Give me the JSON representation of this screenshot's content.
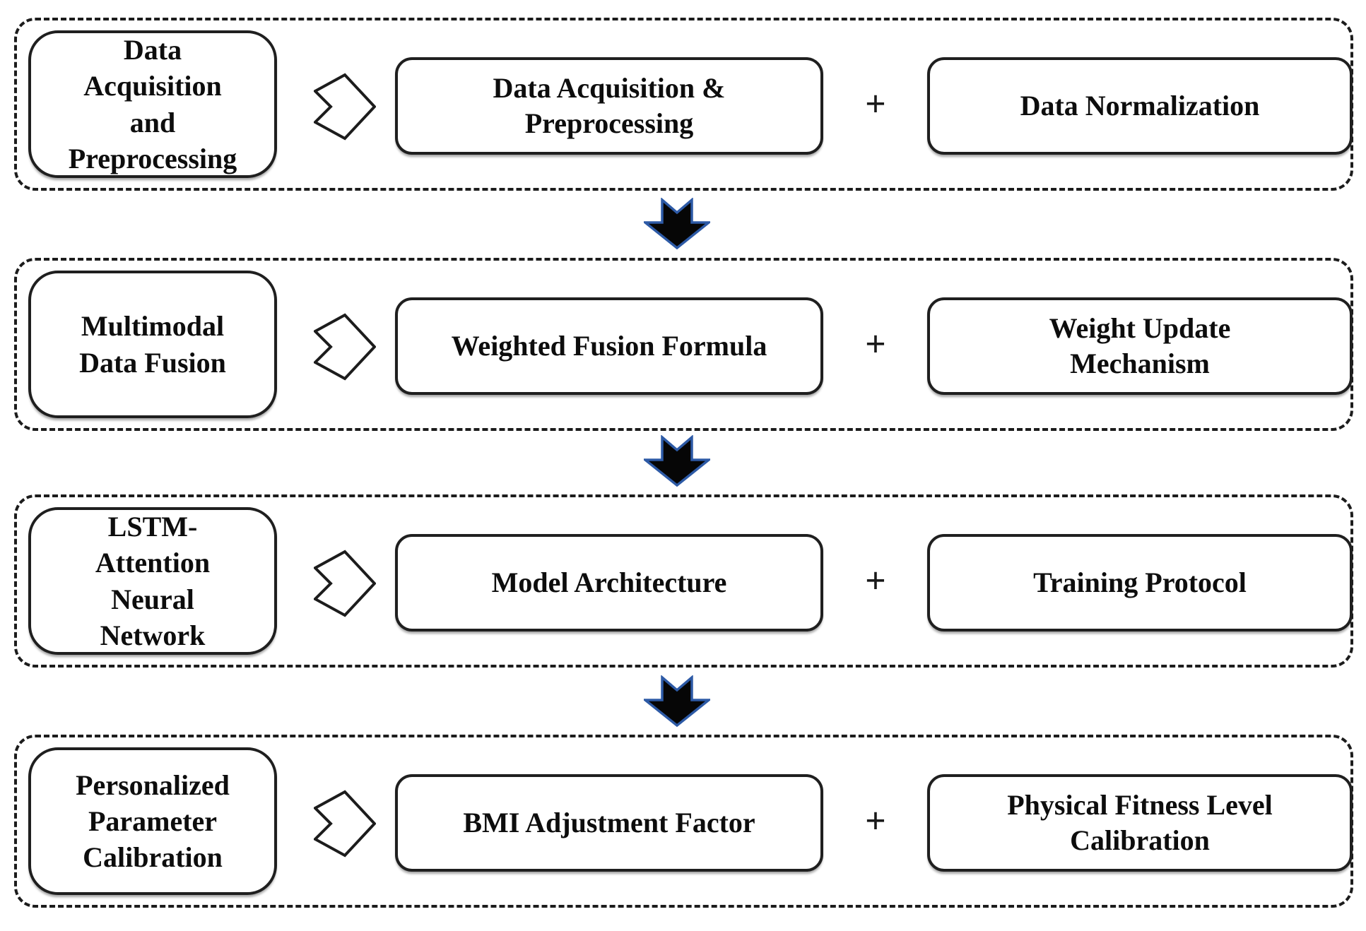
{
  "figure": {
    "background": "#ffffff",
    "colors": {
      "line": "#1f1f1f",
      "box_fill": "#ffffff",
      "text": "#0d0d0d",
      "flow_arrow_fill": "#060606",
      "flow_arrow_outline": "#2d5aa6"
    },
    "operator_symbol": "+",
    "rows": [
      {
        "stage": "Data\nAcquisition\nand\nPreprocessing",
        "primary": "Data Acquisition &\nPreprocessing",
        "operator": "+",
        "secondary": "Data Normalization"
      },
      {
        "stage": "Multimodal\nData Fusion",
        "primary": "Weighted Fusion Formula",
        "operator": "+",
        "secondary": "Weight Update\nMechanism"
      },
      {
        "stage": "LSTM-\nAttention\nNeural\nNetwork",
        "primary": "Model Architecture",
        "operator": "+",
        "secondary": "Training Protocol"
      },
      {
        "stage": "Personalized\nParameter\nCalibration",
        "primary": "BMI Adjustment Factor",
        "operator": "+",
        "secondary": "Physical Fitness Level\nCalibration"
      }
    ]
  }
}
